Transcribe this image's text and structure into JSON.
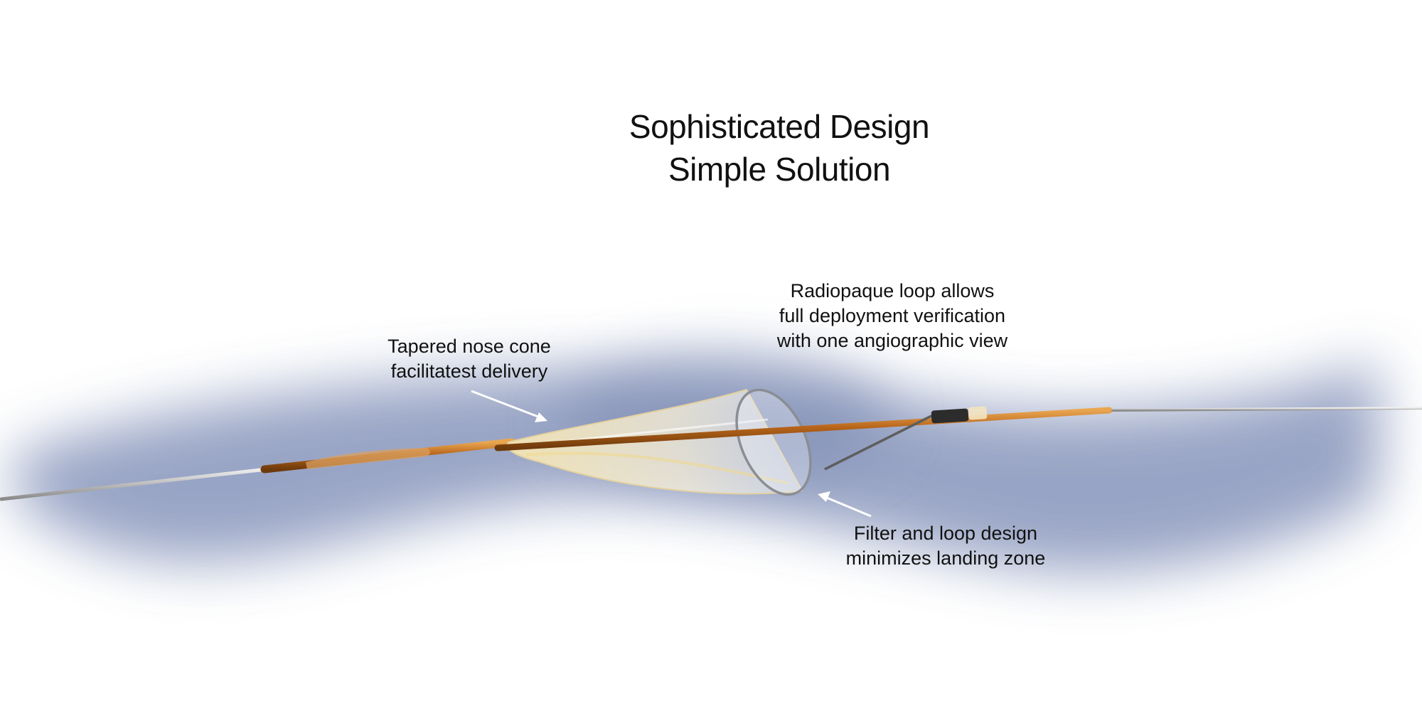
{
  "title": {
    "line1": "Sophisticated Design",
    "line2": "Simple Solution"
  },
  "callouts": {
    "nose_cone": {
      "line1": "Tapered nose cone",
      "line2": "facilitatest delivery"
    },
    "radiopaque_loop": {
      "line1": "Radiopaque loop allows",
      "line2": "full deployment verification",
      "line3": "with one angiographic view"
    },
    "filter_loop": {
      "line1": "Filter and loop design",
      "line2": "minimizes landing zone"
    }
  },
  "colors": {
    "background": "#ffffff",
    "shadow": "#8e9cc0",
    "catheter": "#b96a1c",
    "guidewire": "#b9b9b9",
    "filter": "#f3ead0",
    "text": "#111111"
  },
  "icons": {
    "device": "embolic-protection-filter-device",
    "arrows": "callout-arrow"
  }
}
